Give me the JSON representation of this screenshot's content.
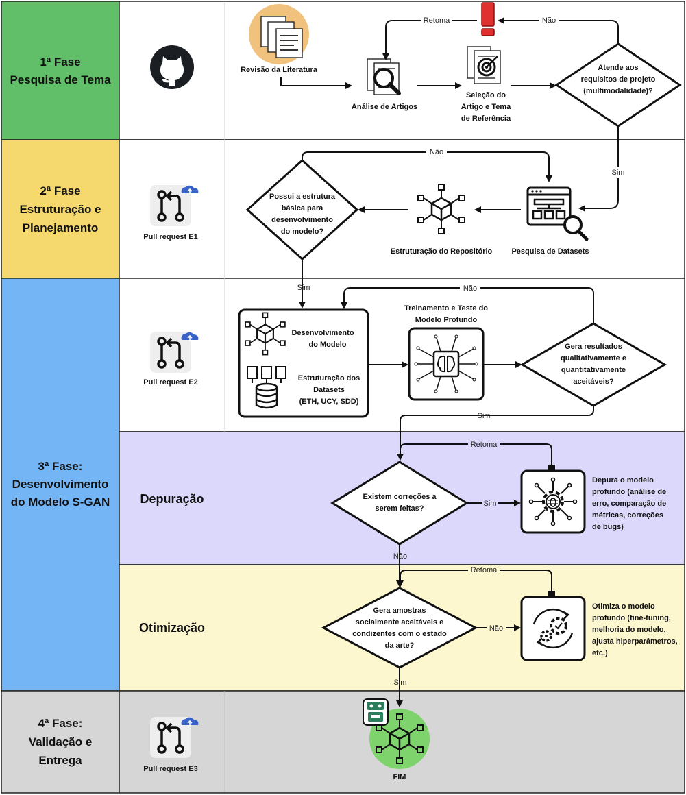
{
  "colors": {
    "phase1": "#61bf6a",
    "phase2": "#f5d96e",
    "phase3": "#74b6f5",
    "phase4": "#d6d6d6",
    "depuracao": "#dcd8fb",
    "otimizacao": "#fdf7cf",
    "fim": "#7ed36d"
  },
  "phases": {
    "p1": {
      "line1": "1ª Fase",
      "line2": "Pesquisa de Tema"
    },
    "p2": {
      "line1": "2ª Fase",
      "line2": "Estruturação e",
      "line3": "Planejamento"
    },
    "p3": {
      "line1": "3ª Fase:",
      "line2": "Desenvolvimento",
      "line3": "do Modelo S-GAN"
    },
    "p4": {
      "line1": "4ª Fase:",
      "line2": "Validação e",
      "line3": "Entrega"
    }
  },
  "subphases": {
    "depuracao": "Depuração",
    "otimizacao": "Otimização"
  },
  "pull_requests": {
    "e1": "Pull request E1",
    "e2": "Pull request E2",
    "e3": "Pull request E3"
  },
  "nodes": {
    "revisao": "Revisão da Literatura",
    "analise": "Análise de Artigos",
    "selecao": {
      "l1": "Seleção do",
      "l2": "Artigo e Tema",
      "l3": "de Referência"
    },
    "atende": {
      "l1": "Atende aos",
      "l2": "requisitos de projeto",
      "l3": "(multimodalidade)?"
    },
    "pesquisa_datasets": "Pesquisa de Datasets",
    "estruturacao_repo": "Estruturação do Repositório",
    "possui": {
      "l1": "Possui a estrutura",
      "l2": "básica para",
      "l3": "desenvolvimento",
      "l4": "do modelo?"
    },
    "desenvolvimento": {
      "l1": "Desenvolvimento",
      "l2": "do Modelo"
    },
    "estruturacao_datasets": {
      "l1": "Estruturação dos",
      "l2": "Datasets",
      "l3": "(ETH, UCY, SDD)"
    },
    "treinamento": {
      "l1": "Treinamento e Teste do",
      "l2": "Modelo Profundo"
    },
    "gera_resultados": {
      "l1": "Gera resultados",
      "l2": "qualitativamente e",
      "l3": "quantitativamente",
      "l4": "aceitáveis?"
    },
    "existem": {
      "l1": "Existem correções a",
      "l2": "serem feitas?"
    },
    "depura": {
      "l1": "Depura o modelo",
      "l2": "profundo (análise de",
      "l3": "erro, comparação de",
      "l4": "métricas, correções",
      "l5": "de bugs)"
    },
    "gera_amostras": {
      "l1": "Gera amostras",
      "l2": "socialmente aceitáveis e",
      "l3": "condizentes com o estado",
      "l4": "da arte?"
    },
    "otimiza": {
      "l1": "Otimiza o modelo",
      "l2": "profundo (fine-tuning,",
      "l3": "melhoria do modelo,",
      "l4": "ajusta hiperparâmetros,",
      "l5": "etc.)"
    },
    "fim": "FIM"
  },
  "edges": {
    "retoma1": "Retoma",
    "nao1": "Não",
    "sim1": "Sim",
    "nao2": "Não",
    "sim2": "Sim",
    "nao3": "Não",
    "sim3": "Sim",
    "retoma2": "Retoma",
    "sim4": "Sim",
    "nao4": "Não",
    "retoma3": "Retoma",
    "nao5": "Não",
    "sim5": "Sim"
  },
  "icons": {
    "github": "github-icon",
    "pull_request": "pull-request-cloud-icon",
    "documents": "documents-icon",
    "magnifier_doc": "document-search-icon",
    "target_doc": "document-target-icon",
    "warning": "exclamation-warning-icon",
    "dataset_search": "dataset-search-icon",
    "network_cube": "network-cube-icon",
    "files_database": "files-database-icon",
    "brain_chip": "brain-chip-icon",
    "gear_bug": "gear-bug-icon",
    "gear_cycle": "gear-optimize-icon",
    "robot": "robot-icon"
  }
}
